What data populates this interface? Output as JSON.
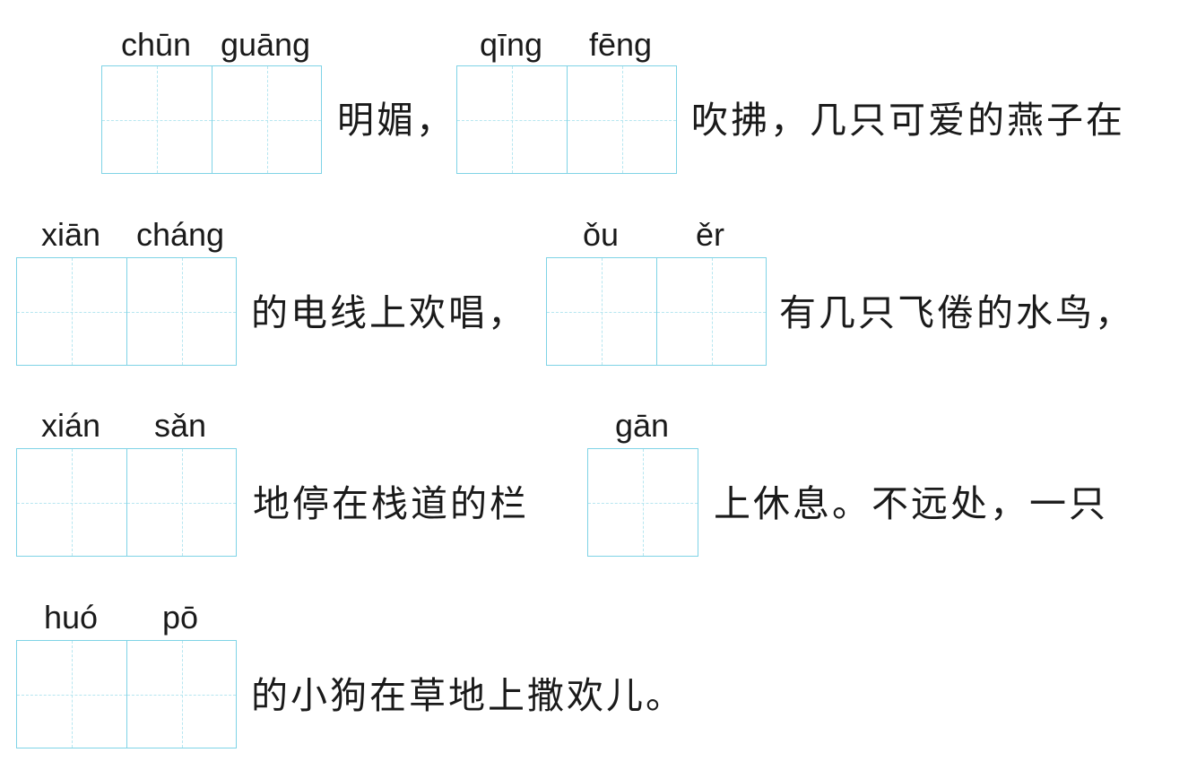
{
  "lines": [
    {
      "blanks": [
        {
          "pinyin": [
            "chūn",
            "guāng"
          ]
        },
        {
          "pinyin": [
            "qīng",
            "fēng"
          ]
        }
      ],
      "texts": [
        "明媚，",
        "吹拂，几只可爱的燕子在"
      ]
    },
    {
      "blanks": [
        {
          "pinyin": [
            "xiān",
            "cháng"
          ]
        },
        {
          "pinyin": [
            "ǒu",
            "ěr"
          ]
        }
      ],
      "texts": [
        "的电线上欢唱，",
        "有几只飞倦的水鸟，"
      ]
    },
    {
      "blanks": [
        {
          "pinyin": [
            "xián",
            "sǎn"
          ]
        },
        {
          "pinyin": [
            "gān"
          ]
        }
      ],
      "texts": [
        "地停在栈道的栏",
        "上休息。不远处，一只"
      ]
    },
    {
      "blanks": [
        {
          "pinyin": [
            "huó",
            "pō"
          ]
        }
      ],
      "texts": [
        "的小狗在草地上撒欢儿。"
      ]
    }
  ]
}
